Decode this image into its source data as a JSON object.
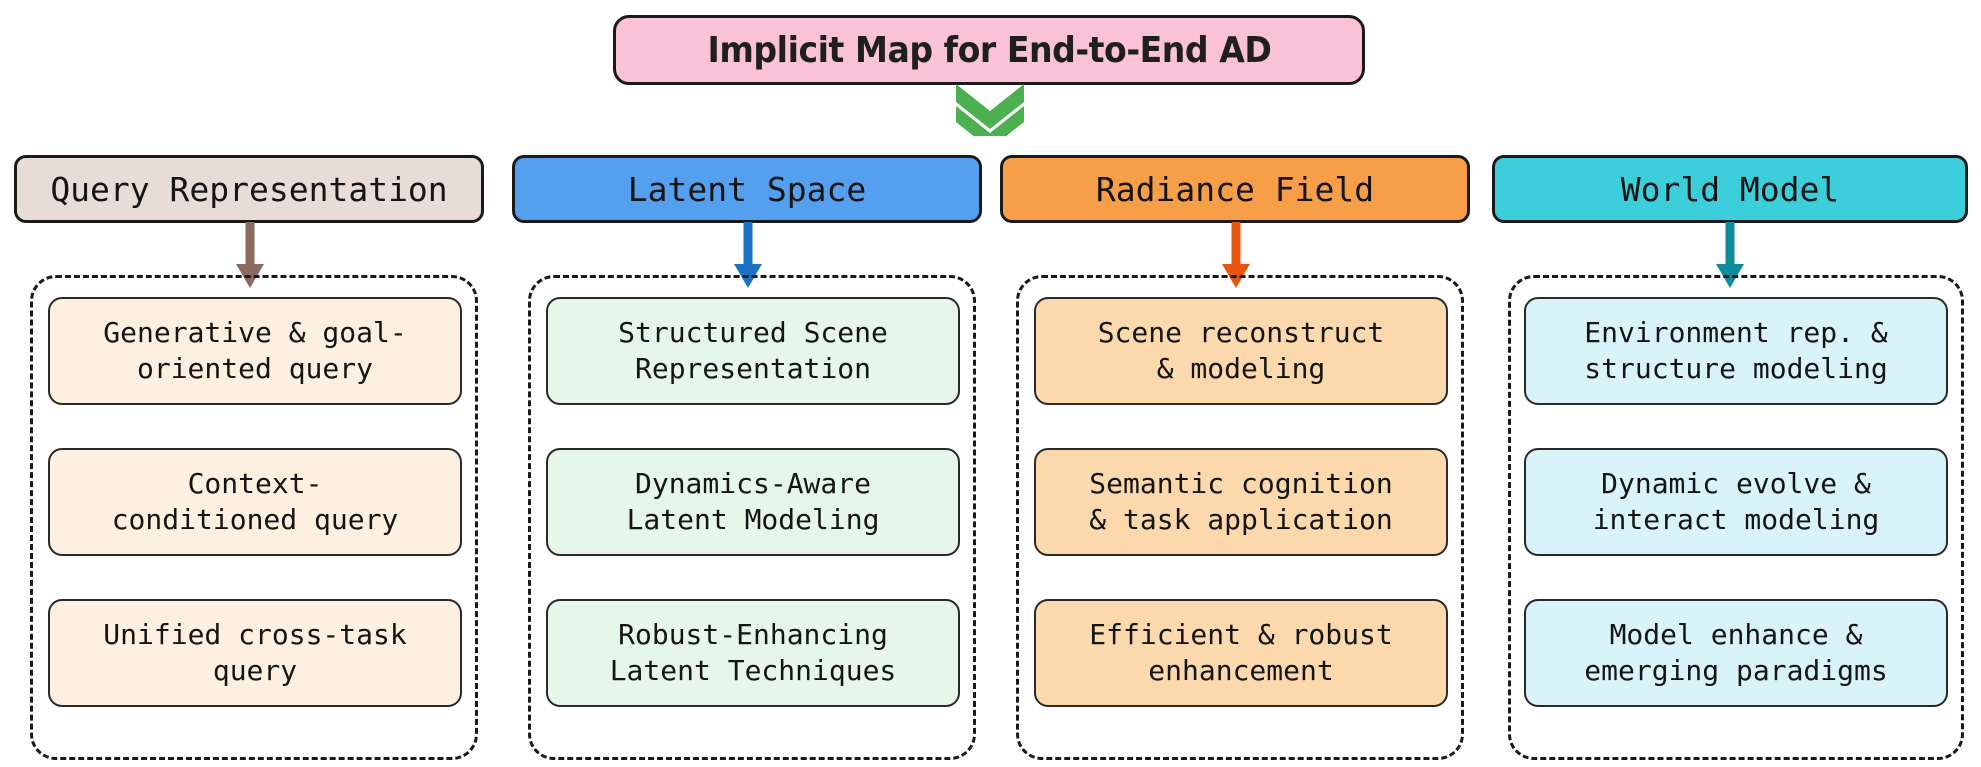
{
  "diagram": {
    "title": "Implicit Map for End-to-End AD",
    "title_bg": "#F9C2D6",
    "chevron_icon": "double-chevron-down-icon",
    "chevron_color": "#4CAF50",
    "columns": [
      {
        "id": "query-representation",
        "header": "Query Representation",
        "header_bg": "#E8DCD7",
        "accent": "#8A6A5C",
        "item_bg": "#FDF0E0",
        "items": [
          "Generative & goal-\noriented query",
          "Context-\nconditioned query",
          "Unified cross-task\nquery"
        ]
      },
      {
        "id": "latent-space",
        "header": "Latent Space",
        "header_bg": "#54A0EE",
        "accent": "#1B72C4",
        "item_bg": "#E6F6E9",
        "items": [
          "Structured Scene\nRepresentation",
          "Dynamics-Aware\nLatent Modeling",
          "Robust-Enhancing\nLatent Techniques"
        ]
      },
      {
        "id": "radiance-field",
        "header": "Radiance Field",
        "header_bg": "#F79E48",
        "accent": "#E8550F",
        "item_bg": "#FBD9AC",
        "items": [
          "Scene reconstruct\n& modeling",
          "Semantic cognition\n& task application",
          "Efficient & robust\nenhancement"
        ]
      },
      {
        "id": "world-model",
        "header": "World Model",
        "header_bg": "#3DCEDB",
        "accent": "#0E8C9B",
        "item_bg": "#D8F4F8",
        "items": [
          "Environment rep. &\nstructure modeling",
          "Dynamic evolve &\ninteract modeling",
          "Model enhance &\nemerging paradigms"
        ]
      }
    ]
  }
}
